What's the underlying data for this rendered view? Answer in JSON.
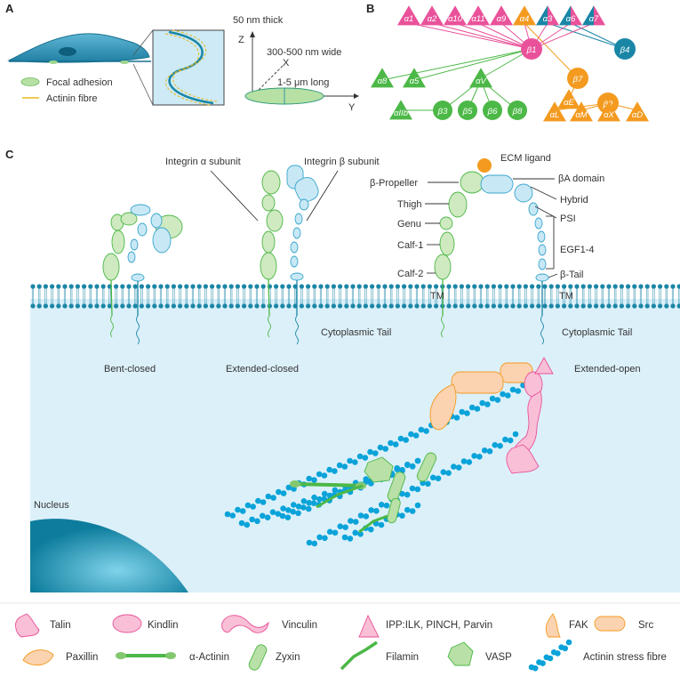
{
  "panels": {
    "a": "A",
    "b": "B",
    "c": "C"
  },
  "panel_a": {
    "legend": {
      "focal_adhesion": "Focal adhesion",
      "actinin_fibre": "Actinin fibre"
    },
    "dims": {
      "thick": "50 nm thick",
      "wide": "300-500 nm wide",
      "long": "1-5 μm long"
    },
    "axes": {
      "z": "Z",
      "x": "X",
      "y": "Y"
    }
  },
  "panel_b": {
    "alpha_top": [
      {
        "label": "α1",
        "color": "pink"
      },
      {
        "label": "α2",
        "color": "pink"
      },
      {
        "label": "α10",
        "color": "pink"
      },
      {
        "label": "α11",
        "color": "pink"
      },
      {
        "label": "α9",
        "color": "pink"
      },
      {
        "label": "α4",
        "color": "orange"
      },
      {
        "label": "α3",
        "color": "split"
      },
      {
        "label": "α6",
        "color": "split"
      },
      {
        "label": "α7",
        "color": "split"
      }
    ],
    "betas": [
      {
        "label": "β1",
        "color": "pink"
      },
      {
        "label": "β7",
        "color": "orange"
      },
      {
        "label": "β4",
        "color": "teal"
      },
      {
        "label": "β2",
        "color": "orange"
      }
    ],
    "green_alpha": [
      "α8",
      "α5",
      "αV",
      "αIIb"
    ],
    "green_beta": [
      "β3",
      "β5",
      "β6",
      "β8"
    ],
    "alpha_e": "αE",
    "orange_bottom": [
      "αL",
      "αM",
      "αX",
      "αD"
    ],
    "colors": {
      "pink": "#e9529a",
      "orange": "#f39a1f",
      "teal": "#1a86a6",
      "green": "#4cb847"
    }
  },
  "panel_c": {
    "labels": {
      "integrin_alpha": "Integrin α subunit",
      "integrin_beta": "Integrin β subunit",
      "ecm_ligand": "ECM ligand",
      "beta_propeller": "β-Propeller",
      "thigh": "Thigh",
      "genu": "Genu",
      "calf1": "Calf-1",
      "calf2": "Calf-2",
      "ba_domain": "βA domain",
      "hybrid": "Hybrid",
      "psi": "PSI",
      "egf": "EGF1-4",
      "beta_tail": "β-Tail",
      "tm1": "TM",
      "tm2": "TM",
      "cyto1": "Cytoplasmic Tail",
      "cyto2": "Cytoplasmic Tail",
      "bent_closed": "Bent-closed",
      "extended_closed": "Extended-closed",
      "extended_open": "Extended-open",
      "nucleus": "Nucleus"
    }
  },
  "legend": [
    {
      "name": "talin",
      "label": "Talin"
    },
    {
      "name": "kindlin",
      "label": "Kindlin"
    },
    {
      "name": "vinculin",
      "label": "Vinculin"
    },
    {
      "name": "ipp",
      "label": "IPP:ILK, PINCH, Parvin"
    },
    {
      "name": "fak",
      "label": "FAK"
    },
    {
      "name": "src",
      "label": "Src"
    },
    {
      "name": "paxillin",
      "label": "Paxillin"
    },
    {
      "name": "alpha-actinin",
      "label": "α-Actinin"
    },
    {
      "name": "zyxin",
      "label": "Zyxin"
    },
    {
      "name": "filamin",
      "label": "Filamin"
    },
    {
      "name": "vasp",
      "label": "VASP"
    },
    {
      "name": "stress-fibre",
      "label": "Actinin stress fibre"
    }
  ]
}
